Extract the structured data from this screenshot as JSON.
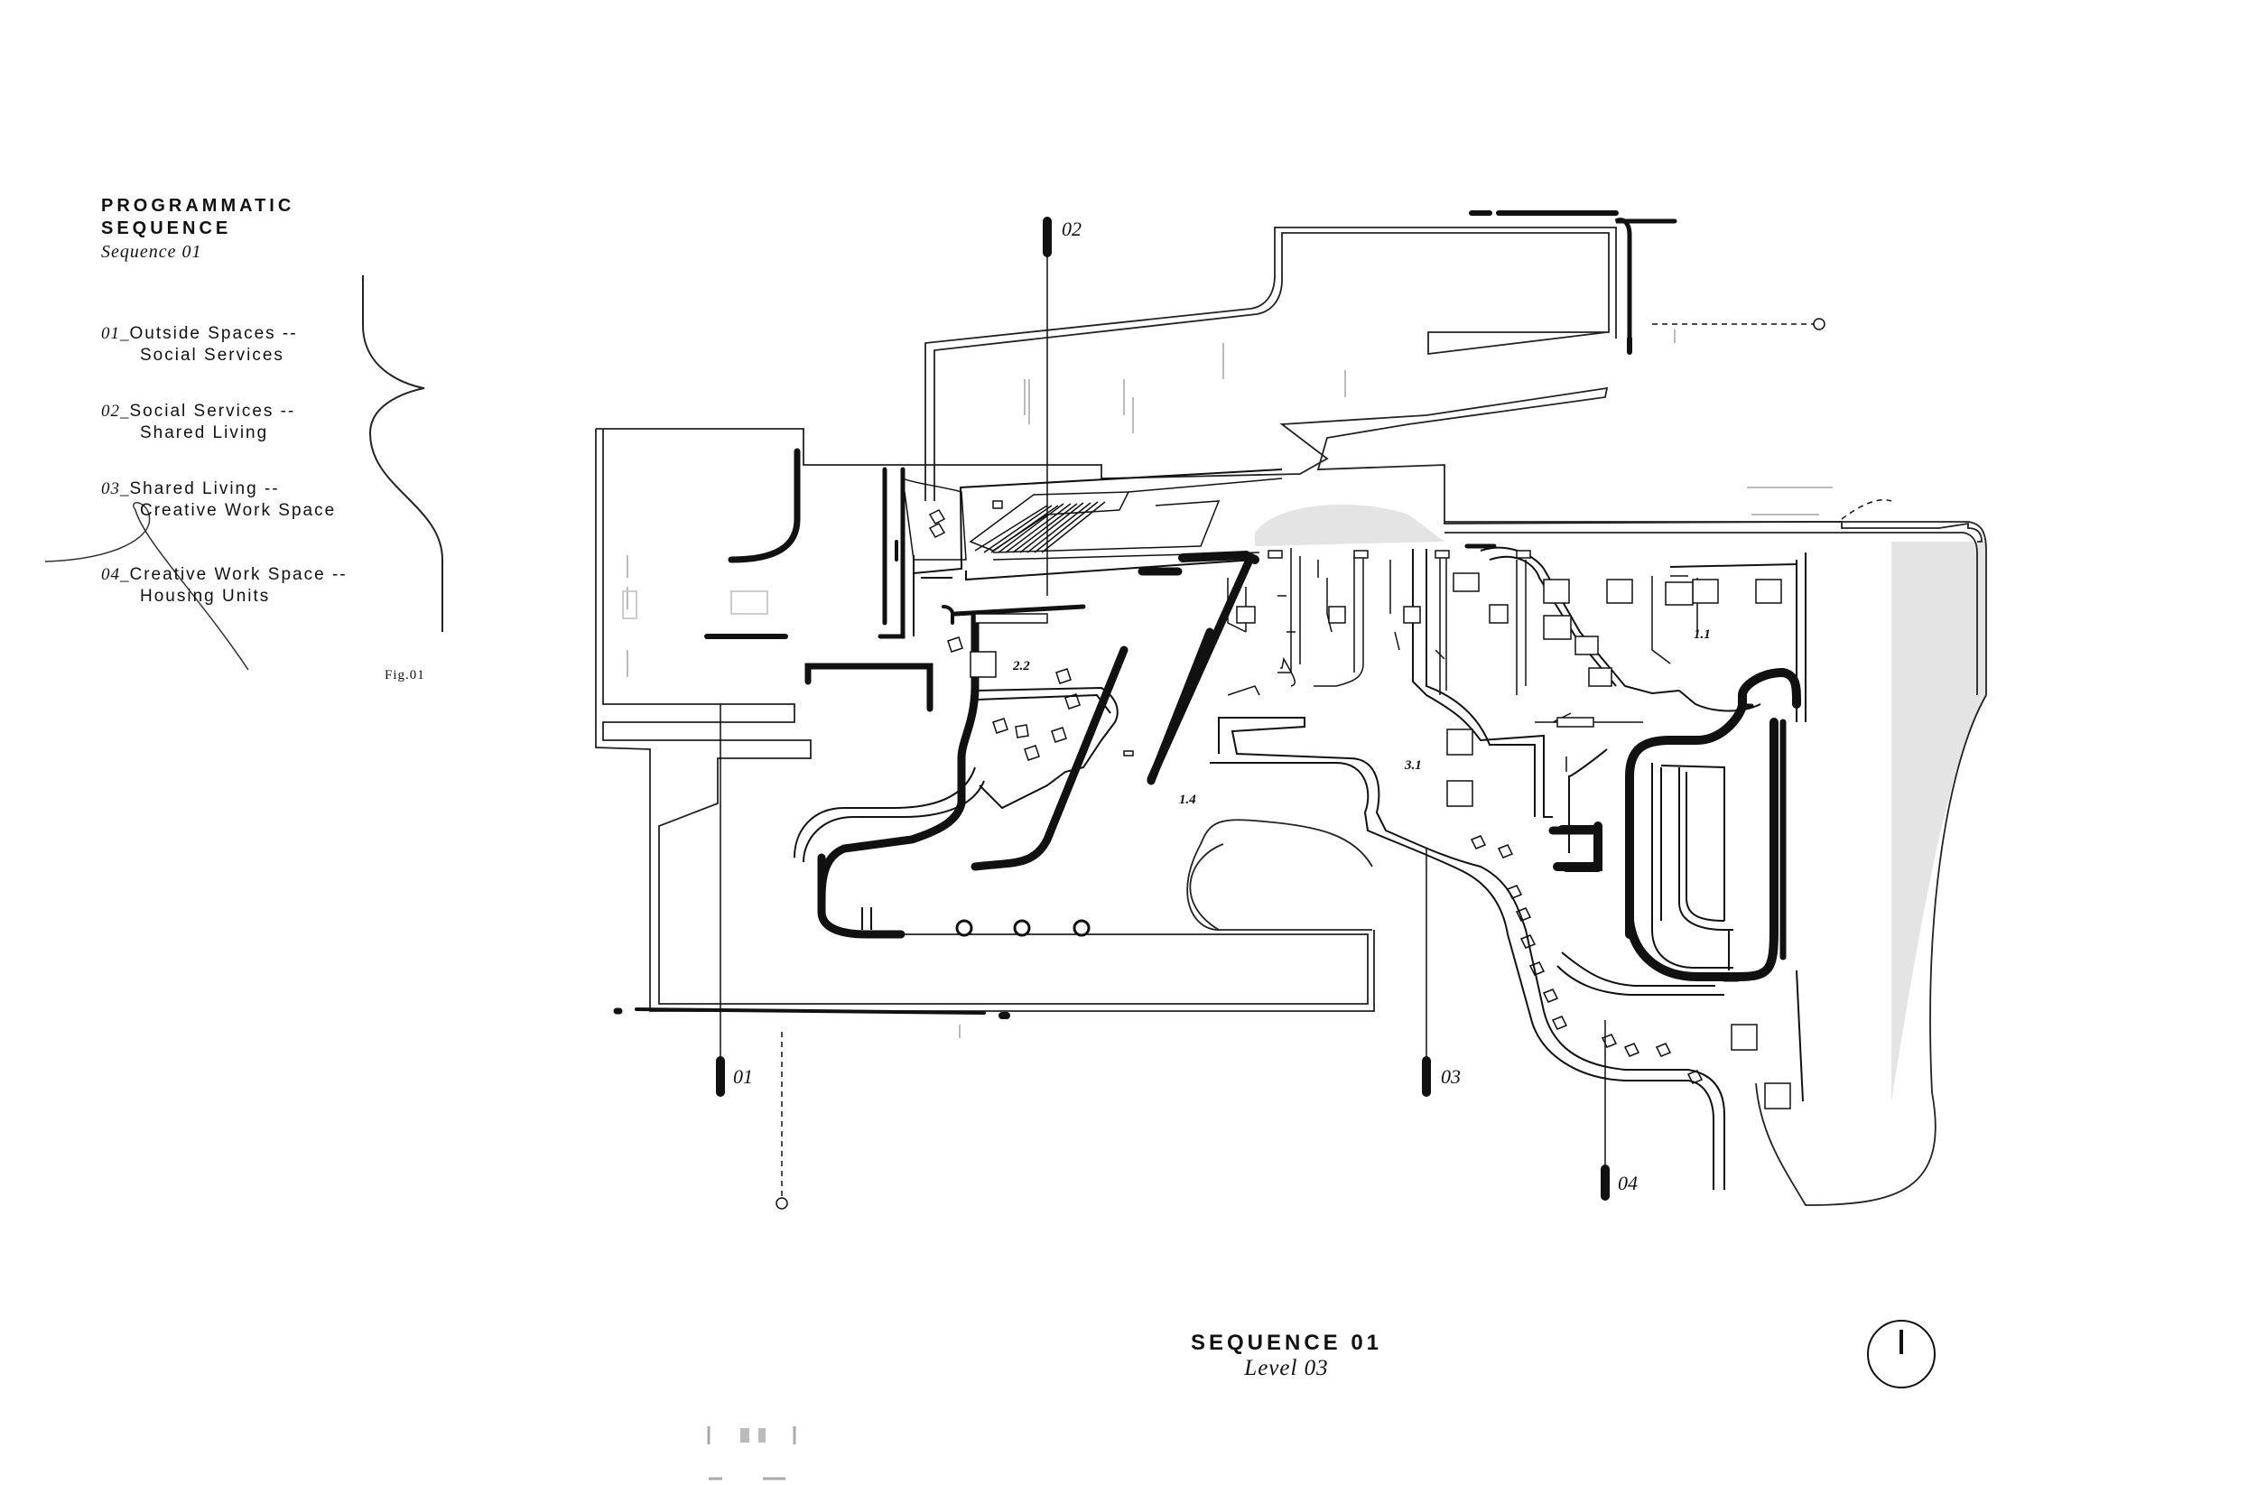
{
  "legend": {
    "title_line1": "PROGRAMMATIC",
    "title_line2": "SEQUENCE",
    "subtitle": "Sequence 01",
    "items": [
      {
        "num": "01_",
        "line1": "Outside Spaces --",
        "line2": "Social Services"
      },
      {
        "num": "02_",
        "line1": "Social Services --",
        "line2": "Shared Living"
      },
      {
        "num": "03_",
        "line1": "Shared Living --",
        "line2": "Creative Work Space"
      },
      {
        "num": "04_",
        "line1": "Creative Work Space --",
        "line2": "Housing Units"
      }
    ],
    "figure_label": "Fig.01"
  },
  "section_markers": [
    "01",
    "02",
    "03",
    "04"
  ],
  "room_labels": [
    "2.2",
    "1.4",
    "3.1",
    "1.1"
  ],
  "drawing_title": {
    "title": "SEQUENCE 01",
    "subtitle": "Level 03"
  },
  "icons": {
    "north_arrow": "north-arrow-icon",
    "scale_bar": "scale-bar-icon"
  }
}
